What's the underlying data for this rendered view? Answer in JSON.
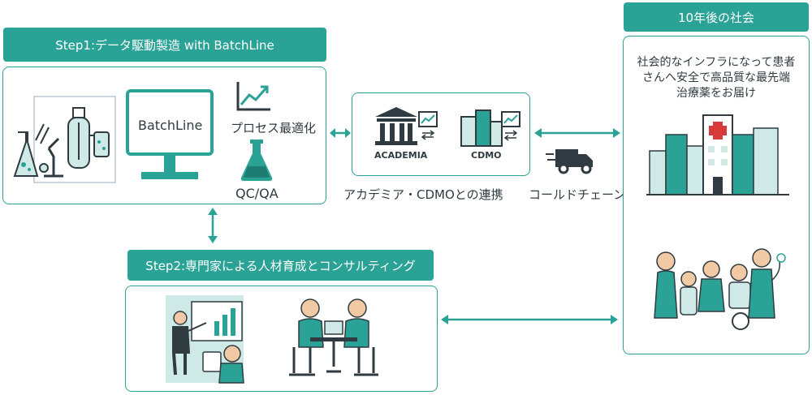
{
  "colors": {
    "accent": "#2aa396",
    "dark": "#2f3b40",
    "line": "#2aa396"
  },
  "step1": {
    "title": "Step1:データ駆動製造  with BatchLine",
    "monitor_label": "BatchLine",
    "process_label": "プロセス最適化",
    "qc_label": "QC/QA"
  },
  "partner": {
    "academia_label": "ACADEMIA",
    "cdmo_label": "CDMO",
    "caption": "アカデミア・CDMOとの連携"
  },
  "coldchain": {
    "caption": "コールドチェーン"
  },
  "future": {
    "title": "10年後の社会",
    "lines": [
      "社会的なインフラになって患者",
      "さんへ安全で高品質な最先端",
      "治療薬をお届け"
    ]
  },
  "step2": {
    "title": "Step2:専門家による人材育成とコンサルティング"
  },
  "icons": [
    "lab-flask-icon",
    "bioreactor-icon",
    "monitor-icon",
    "trend-chart-icon",
    "flask-icon",
    "academia-building-icon",
    "cdmo-building-icon",
    "truck-icon",
    "hospital-icon",
    "family-icon",
    "presenter-icon",
    "consulting-icon"
  ]
}
